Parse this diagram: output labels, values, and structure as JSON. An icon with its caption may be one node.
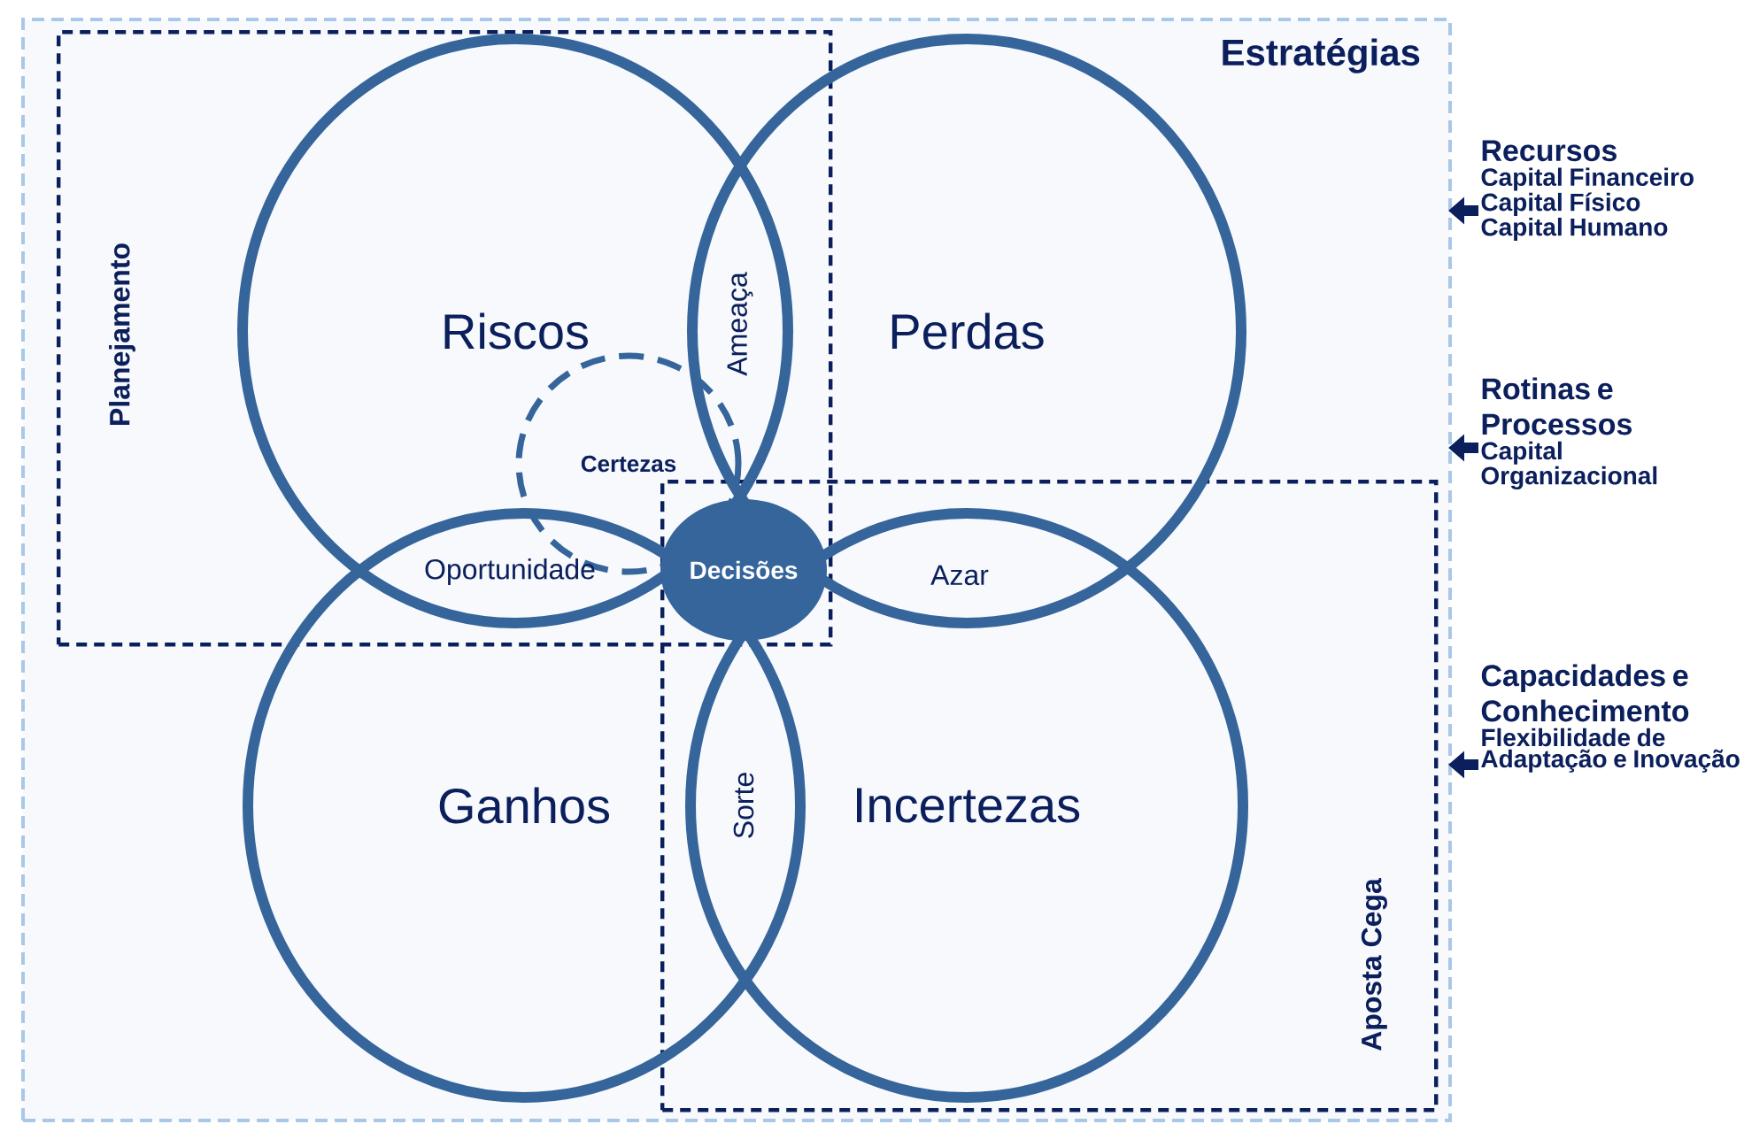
{
  "diagram": {
    "nodes": [
      {
        "text": [
          "Estratégias"
        ]
      },
      {
        "text": [
          "Planejamento"
        ],
        "in": 0
      },
      {
        "text": [
          "Aposta Cega"
        ],
        "in": 0
      },
      {
        "text": [
          "Riscos"
        ],
        "in": 1
      },
      {
        "text": [
          "Perdas"
        ],
        "in": 0
      },
      {
        "text": [
          "Certezas"
        ],
        "in": 3
      },
      {
        "text": [
          "Decisões"
        ]
      },
      {
        "text": [
          "Ganhos"
        ],
        "in": 0
      },
      {
        "text": [
          "Incertezas"
        ],
        "in": 2
      },
      {
        "text": [
          "Recursos",
          "Capital Financeiro Capital Físico Capital Humano"
        ]
      },
      {
        "text": [
          "Rotinas e Processos",
          "Capital Organizacional"
        ]
      },
      {
        "text": [
          "Capacidades e Conhecimento",
          "Flexibilidade de Adaptação e Inovação"
        ]
      }
    ],
    "edges": [
      {
        "from": 9,
        "to": 0,
        "arrow": "to"
      },
      {
        "from": 10,
        "to": 0,
        "arrow": "to"
      },
      {
        "from": 11,
        "to": 0,
        "arrow": "to"
      }
    ],
    "labels": [
      "Ameaça",
      "Oportunidade",
      "Azar",
      "Sorte"
    ]
  }
}
